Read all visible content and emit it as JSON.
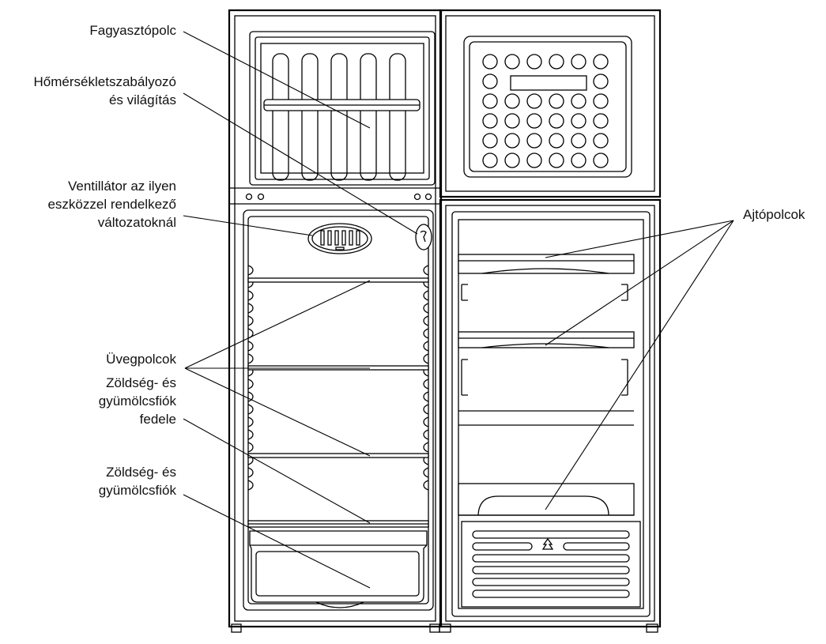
{
  "labels": {
    "freezer_shelf": [
      "Fagyasztópolc"
    ],
    "thermostat": [
      "Hőmérsékletszabályozó",
      "és világítás"
    ],
    "fan": [
      "Ventillátor az ilyen",
      "eszközzel rendelkező",
      "változatoknál"
    ],
    "glass_shelves": [
      "Üvegpolcok"
    ],
    "crisper_cover": [
      "Zöldség- és",
      "gyümölcsfiók",
      "fedele"
    ],
    "crisper": [
      "Zöldség- és",
      "gyümölcsfiók"
    ],
    "door_shelves": [
      "Ajtópolcok"
    ]
  }
}
